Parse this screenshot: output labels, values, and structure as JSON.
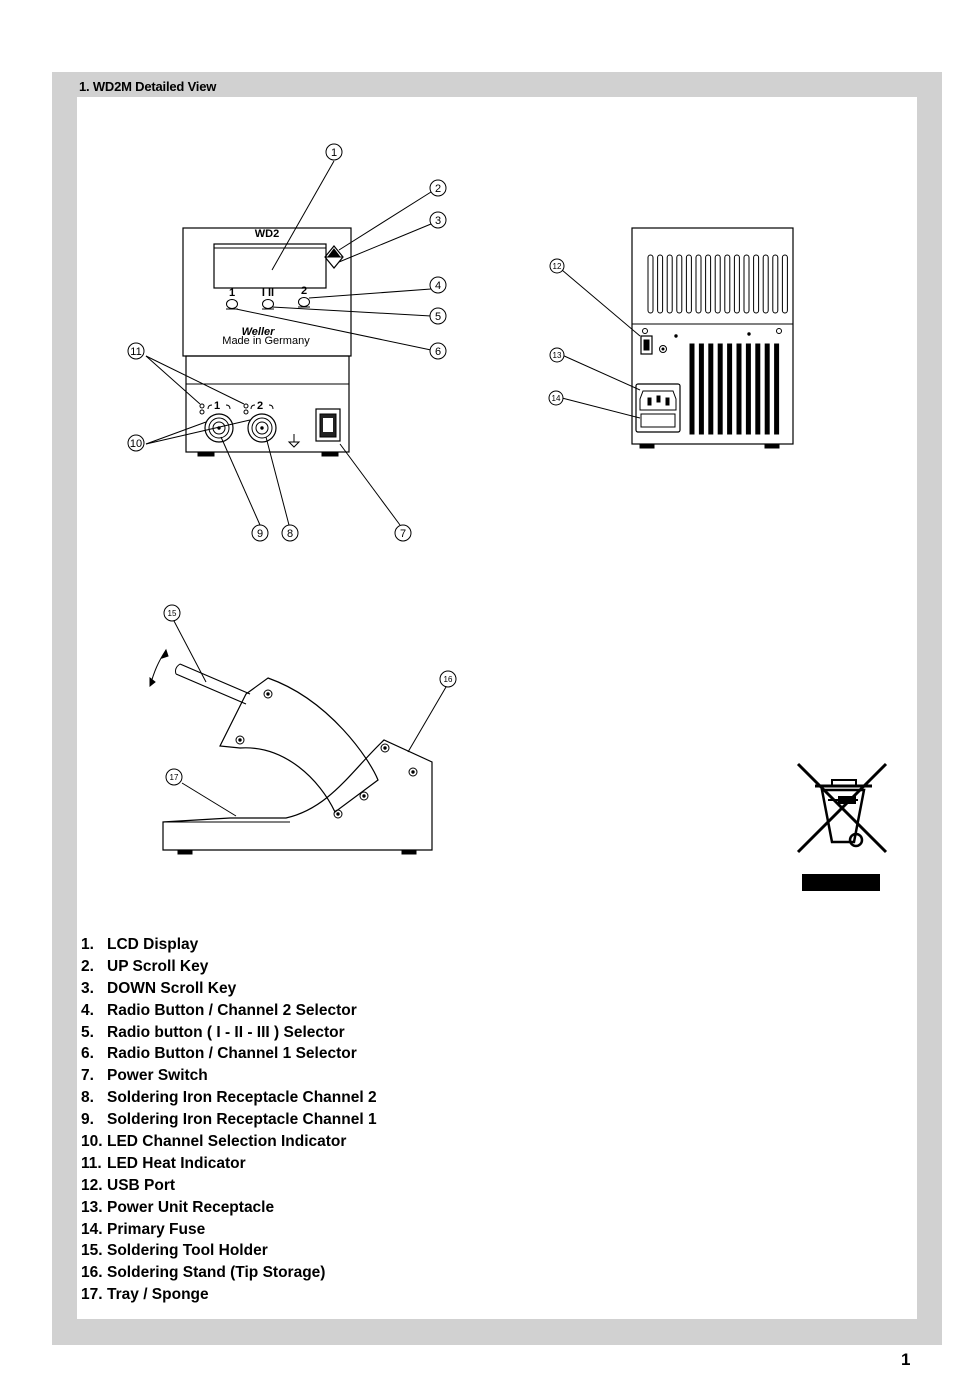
{
  "section": {
    "title": "1. WD2M Detailed View"
  },
  "illustration": {
    "front_brand": "WD2",
    "logo": "Weller",
    "logo_sub": "Made in Germany",
    "channel_marks": [
      "1",
      "I II",
      "2"
    ],
    "socket_marks": [
      "1",
      "2"
    ],
    "callouts_front": [
      "1",
      "2",
      "3",
      "4",
      "5",
      "6",
      "7",
      "8",
      "9",
      "10",
      "11"
    ],
    "callouts_rear": [
      "12",
      "13",
      "14"
    ],
    "callouts_stand": [
      "15",
      "16",
      "17"
    ]
  },
  "legend": [
    {
      "num": "1.",
      "text": "LCD Display"
    },
    {
      "num": "2.",
      "text": "UP Scroll Key"
    },
    {
      "num": "3.",
      "text": "DOWN Scroll Key"
    },
    {
      "num": "4.",
      "text": "Radio Button / Channel 2 Selector"
    },
    {
      "num": "5.",
      "text": "Radio button ( I  -  II  -  III ) Selector"
    },
    {
      "num": "6.",
      "text": "Radio Button / Channel 1 Selector"
    },
    {
      "num": "7.",
      "text": "Power Switch"
    },
    {
      "num": "8.",
      "text": "Soldering Iron Receptacle Channel 2"
    },
    {
      "num": "9.",
      "text": "Soldering Iron Receptacle Channel 1"
    },
    {
      "num": "10.",
      "text": "LED Channel Selection Indicator"
    },
    {
      "num": "11.",
      "text": "LED Heat Indicator"
    },
    {
      "num": "12.",
      "text": "USB Port"
    },
    {
      "num": "13.",
      "text": "Power Unit Receptacle"
    },
    {
      "num": "14.",
      "text": "Primary Fuse"
    },
    {
      "num": "15.",
      "text": "Soldering Tool Holder"
    },
    {
      "num": "16.",
      "text": "Soldering Stand (Tip Storage)"
    },
    {
      "num": "17.",
      "text": "Tray / Sponge"
    }
  ],
  "page": {
    "number": "1"
  }
}
